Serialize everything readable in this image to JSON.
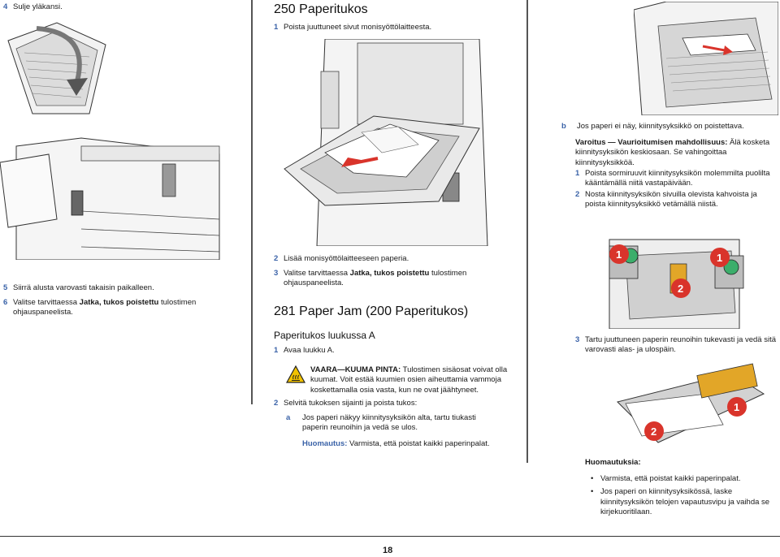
{
  "col1": {
    "step4": {
      "num": "4",
      "text": "Sulje yläkansi."
    },
    "step5": {
      "num": "5",
      "text": "Siirrä alusta varovasti takaisin paikalleen."
    },
    "step6": {
      "num": "6",
      "pre": "Valitse tarvittaessa ",
      "bold": "Jatka, tukos poistettu",
      "post": " tulostimen ohjauspaneelista."
    }
  },
  "col2": {
    "title": "250 Paperitukos",
    "step1": {
      "num": "1",
      "text": "Poista juuttuneet sivut monisyöttölaitteesta."
    },
    "step2": {
      "num": "2",
      "text": "Lisää monisyöttölaitteeseen paperia."
    },
    "step3": {
      "num": "3",
      "pre": "Valitse tarvittaessa ",
      "bold": "Jatka, tukos poistettu",
      "post": " tulostimen ohjauspaneelista."
    },
    "title2": "281 Paper Jam (200 Paperitukos)",
    "subtitle": "Paperitukos luukussa A",
    "s1": {
      "num": "1",
      "text": "Avaa luukku A."
    },
    "warning": {
      "bold": "VAARA—KUUMA PINTA:",
      "text": " Tulostimen sisäosat voivat olla kuumat. Voit estää kuumien osien aiheuttamia vammoja koskettamalla osia vasta, kun ne ovat jäähtyneet."
    },
    "s2": {
      "num": "2",
      "text": "Selvitä tukoksen sijainti ja poista tukos:"
    },
    "sa": {
      "num": "a",
      "text": "Jos paperi näkyy kiinnitysyksikön alta, tartu tiukasti paperin reunoihin ja vedä se ulos."
    },
    "note": {
      "bold": "Huomautus:",
      "text": " Varmista, että poistat kaikki paperinpalat."
    }
  },
  "col3": {
    "sb": {
      "num": "b",
      "text": "Jos paperi ei näy, kiinnitysyksikkö on poistettava."
    },
    "caution": {
      "bold": "Varoitus — Vaurioitumisen mahdollisuus:",
      "text": " Älä kosketa kiinnitysyksikön keskiosaan. Se vahingoittaa kiinnitysyksikköä."
    },
    "c1": {
      "num": "1",
      "text": "Poista sormiruuvit kiinnitysyksikön molemmilta puolilta kääntämällä niitä vastapäivään."
    },
    "c2": {
      "num": "2",
      "text": "Nosta kiinnitysyksikön sivuilla olevista kahvoista ja poista kiinnitysyksikkö vetämällä niistä."
    },
    "c3": {
      "num": "3",
      "text": "Tartu juuttuneen paperin reunoihin tukevasti ja vedä sitä varovasti alas- ja ulospäin."
    },
    "notes_title": "Huomautuksia:",
    "bullets": [
      "Varmista, että poistat kaikki paperinpalat.",
      "Jos paperi on kiinnitysyksikössä, laske kiinnitysyksikön telojen vapautusvipu ja vaihda se kirjekuoritilaan."
    ]
  },
  "callouts": {
    "one": "1",
    "two": "2"
  },
  "page_number": "18"
}
